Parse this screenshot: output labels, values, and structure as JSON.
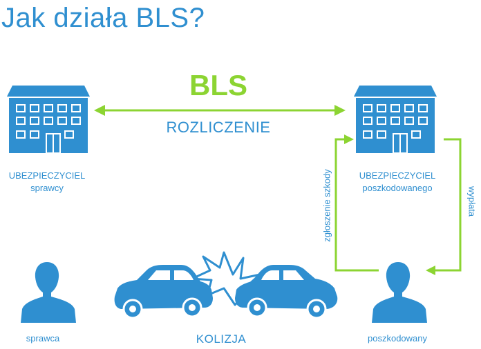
{
  "title": "Jak działa BLS?",
  "bls": "BLS",
  "settlement": "ROZLICZENIE",
  "insurer_left": {
    "line1": "UBEZPIECZYCIEL",
    "line2": "sprawcy"
  },
  "insurer_right": {
    "line1": "UBEZPIECZYCIEL",
    "line2": "poszkodowanego"
  },
  "claim_report": "zgłoszenie szkody",
  "payout": "wypłata",
  "perpetrator": "sprawca",
  "victim": "poszkodowany",
  "collision": "KOLIZJA",
  "colors": {
    "blue": "#2f8fd0",
    "green": "#8cd432"
  },
  "icons": [
    "building-icon",
    "person-icon",
    "car-icon",
    "collision-burst-icon",
    "arrow-icon"
  ]
}
